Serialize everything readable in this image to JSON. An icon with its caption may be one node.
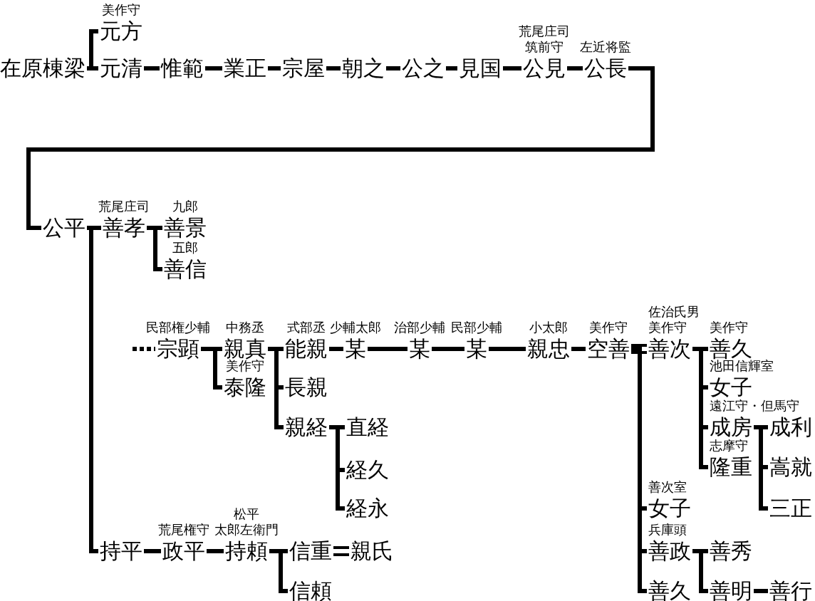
{
  "diagram": {
    "nodes": [
      {
        "text": [
          "在原棟梁"
        ]
      },
      {
        "text": [
          "元方"
        ],
        "beside": [
          "美作守"
        ]
      },
      {
        "text": [
          "元清"
        ]
      },
      {
        "text": [
          "惟範"
        ]
      },
      {
        "text": [
          "業正"
        ]
      },
      {
        "text": [
          "宗屋"
        ]
      },
      {
        "text": [
          "朝之"
        ]
      },
      {
        "text": [
          "公之"
        ]
      },
      {
        "text": [
          "見国"
        ]
      },
      {
        "text": [
          "公見"
        ],
        "beside": [
          "荒尾庄司",
          "筑前守"
        ]
      },
      {
        "text": [
          "公長"
        ],
        "beside": [
          "左近将監"
        ]
      },
      {
        "text": [
          "公平"
        ]
      },
      {
        "text": [
          "善孝"
        ],
        "beside": [
          "荒尾庄司"
        ]
      },
      {
        "text": [
          "善景"
        ],
        "beside": [
          "九郎"
        ]
      },
      {
        "text": [
          "善信"
        ],
        "beside": [
          "五郎"
        ]
      },
      {
        "text": [
          "宗顕"
        ],
        "beside": [
          "民部権少輔"
        ]
      },
      {
        "text": [
          "親真"
        ],
        "beside": [
          "中務丞"
        ]
      },
      {
        "text": [
          "能親"
        ],
        "beside": [
          "式部丞"
        ]
      },
      {
        "text": [
          "某"
        ],
        "beside": [
          "少輔太郎"
        ]
      },
      {
        "text": [
          "某"
        ],
        "beside": [
          "治部少輔"
        ]
      },
      {
        "text": [
          "某"
        ],
        "beside": [
          "民部少輔"
        ]
      },
      {
        "text": [
          "親忠"
        ],
        "beside": [
          "小太郎"
        ]
      },
      {
        "text": [
          "空善"
        ],
        "beside": [
          "美作守"
        ]
      },
      {
        "text": [
          "善次"
        ],
        "beside": [
          "佐治氏男",
          "美作守"
        ]
      },
      {
        "text": [
          "善久"
        ],
        "beside": [
          "美作守"
        ]
      },
      {
        "text": [
          "泰隆"
        ],
        "beside": [
          "美作守"
        ]
      },
      {
        "text": [
          "長親"
        ]
      },
      {
        "text": [
          "女子"
        ],
        "beside": [
          "池田信輝室"
        ]
      },
      {
        "text": [
          "親経"
        ]
      },
      {
        "text": [
          "直経"
        ]
      },
      {
        "text": [
          "成房"
        ],
        "beside": [
          "遠江守・但馬守"
        ]
      },
      {
        "text": [
          "成利"
        ]
      },
      {
        "text": [
          "隆重"
        ],
        "beside": [
          "志摩守"
        ]
      },
      {
        "text": [
          "嵩就"
        ]
      },
      {
        "text": [
          "経久"
        ]
      },
      {
        "text": [
          "経永"
        ]
      },
      {
        "text": [
          "女子"
        ],
        "beside": [
          "善次室"
        ]
      },
      {
        "text": [
          "三正"
        ]
      },
      {
        "text": [
          "持平"
        ]
      },
      {
        "text": [
          "政平"
        ],
        "beside": [
          "荒尾権守"
        ]
      },
      {
        "text": [
          "持頼"
        ],
        "beside": [
          "松平",
          "太郎左衛門"
        ]
      },
      {
        "text": [
          "信重"
        ]
      },
      {
        "text": [
          "親氏"
        ]
      },
      {
        "text": [
          "善政"
        ],
        "beside": [
          "兵庫頭"
        ]
      },
      {
        "text": [
          "善秀"
        ]
      },
      {
        "text": [
          "信頼"
        ]
      },
      {
        "text": [
          "善久"
        ]
      },
      {
        "text": [
          "善明"
        ]
      },
      {
        "text": [
          "善行"
        ]
      }
    ],
    "edges": [
      {
        "from": 0,
        "to": 1,
        "arrow": "none"
      },
      {
        "from": 0,
        "to": 2,
        "arrow": "none"
      },
      {
        "from": 2,
        "to": 3,
        "arrow": "none"
      },
      {
        "from": 3,
        "to": 4,
        "arrow": "none"
      },
      {
        "from": 4,
        "to": 5,
        "arrow": "none"
      },
      {
        "from": 5,
        "to": 6,
        "arrow": "none"
      },
      {
        "from": 6,
        "to": 7,
        "arrow": "none"
      },
      {
        "from": 7,
        "to": 8,
        "arrow": "none"
      },
      {
        "from": 8,
        "to": 9,
        "arrow": "none"
      },
      {
        "from": 9,
        "to": 10,
        "arrow": "none"
      },
      {
        "from": 10,
        "to": 11,
        "arrow": "none"
      },
      {
        "from": 11,
        "to": 12,
        "arrow": "none"
      },
      {
        "from": 12,
        "to": 13,
        "arrow": "none"
      },
      {
        "from": 12,
        "to": 14,
        "arrow": "none"
      },
      {
        "from": 11,
        "to": 38,
        "arrow": "none"
      },
      {
        "from": null,
        "to": 15,
        "arrow": "none",
        "style": "dashed"
      },
      {
        "from": 15,
        "to": 16,
        "arrow": "none"
      },
      {
        "from": 15,
        "to": 25,
        "arrow": "none"
      },
      {
        "from": 16,
        "to": 17,
        "arrow": "none"
      },
      {
        "from": 16,
        "to": 26,
        "arrow": "none"
      },
      {
        "from": 16,
        "to": 28,
        "arrow": "none"
      },
      {
        "from": 17,
        "to": 18,
        "arrow": "none"
      },
      {
        "from": 18,
        "to": 19,
        "arrow": "none"
      },
      {
        "from": 19,
        "to": 20,
        "arrow": "none"
      },
      {
        "from": 20,
        "to": 21,
        "arrow": "none"
      },
      {
        "from": 21,
        "to": 22,
        "arrow": "none"
      },
      {
        "from": 22,
        "to": 23,
        "arrow": "none"
      },
      {
        "from": 22,
        "to": 36,
        "arrow": "none"
      },
      {
        "from": 22,
        "to": 43,
        "arrow": "none"
      },
      {
        "from": 22,
        "to": 46,
        "arrow": "none"
      },
      {
        "from": 23,
        "to": 24,
        "arrow": "none"
      },
      {
        "from": 23,
        "to": 27,
        "arrow": "none"
      },
      {
        "from": 23,
        "to": 30,
        "arrow": "none"
      },
      {
        "from": 23,
        "to": 32,
        "arrow": "none"
      },
      {
        "from": 30,
        "to": 31,
        "arrow": "none"
      },
      {
        "from": 30,
        "to": 33,
        "arrow": "none"
      },
      {
        "from": 30,
        "to": 37,
        "arrow": "none"
      },
      {
        "from": 28,
        "to": 29,
        "arrow": "none"
      },
      {
        "from": 28,
        "to": 34,
        "arrow": "none"
      },
      {
        "from": 28,
        "to": 35,
        "arrow": "none"
      },
      {
        "from": 38,
        "to": 39,
        "arrow": "none"
      },
      {
        "from": 39,
        "to": 40,
        "arrow": "none"
      },
      {
        "from": 40,
        "to": 41,
        "arrow": "none"
      },
      {
        "from": 40,
        "to": 45,
        "arrow": "none"
      },
      {
        "from": 41,
        "to": 42,
        "arrow": "none"
      },
      {
        "from": 43,
        "to": 44,
        "arrow": "none"
      },
      {
        "from": 43,
        "to": 47,
        "arrow": "none"
      },
      {
        "from": 47,
        "to": 48,
        "arrow": "none"
      }
    ]
  }
}
